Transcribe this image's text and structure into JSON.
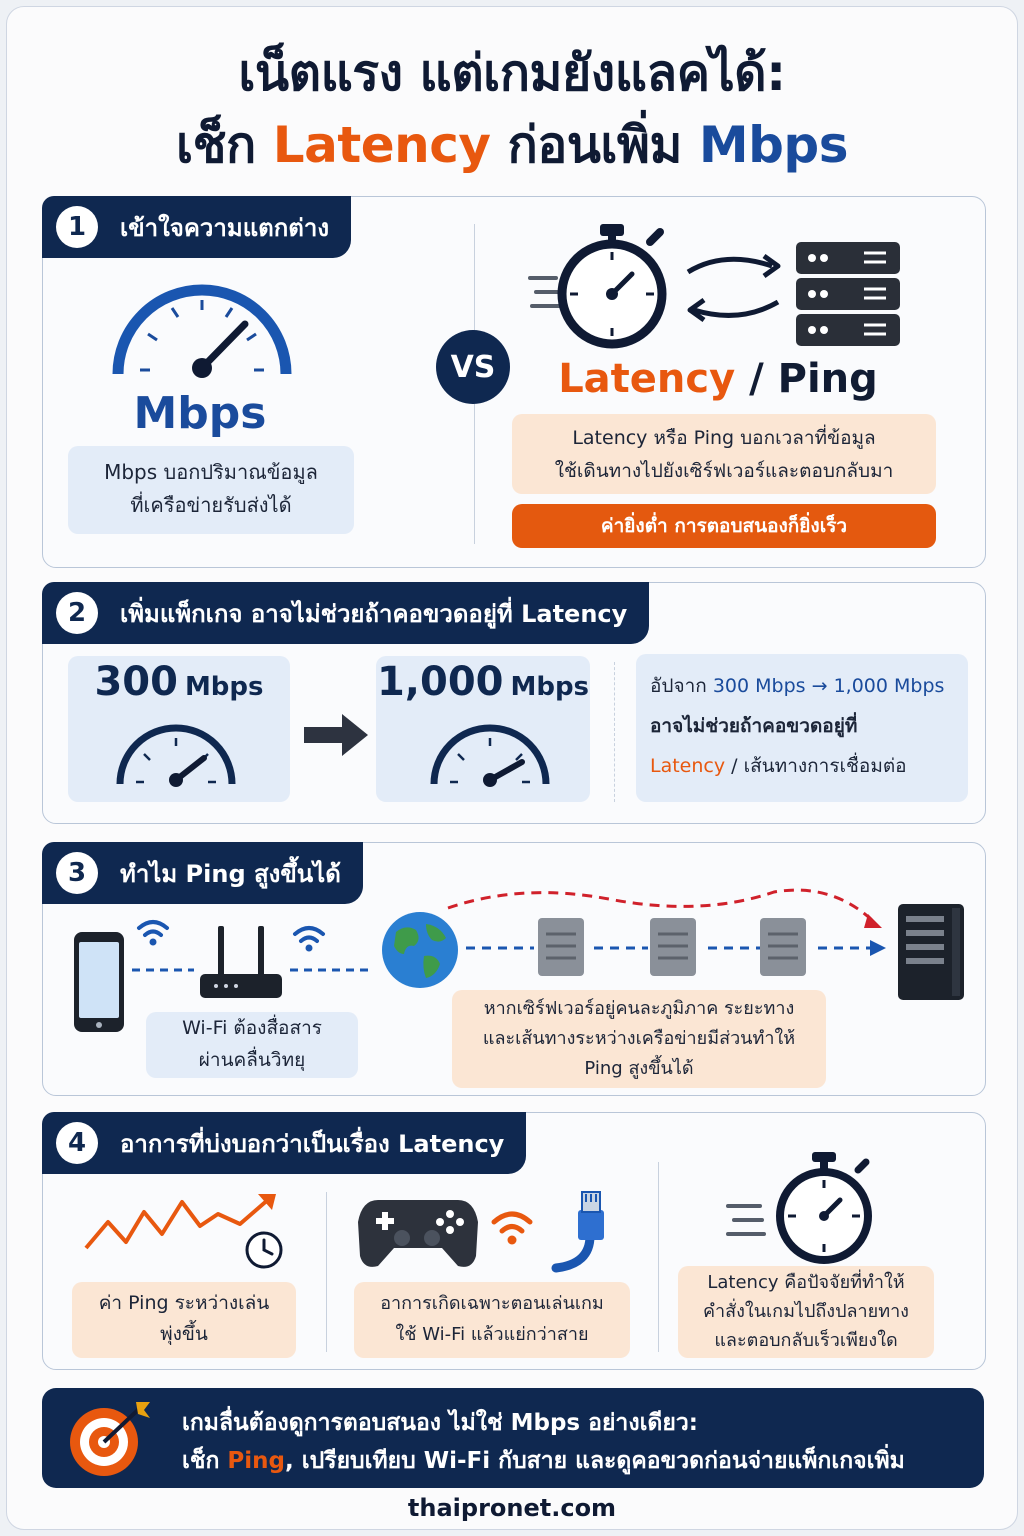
{
  "title": {
    "line1": "เน็ตแรง แต่เกมยังแลคได้:",
    "line2_prefix": "เช็ก",
    "line2_latency": "Latency",
    "line2_middle": "ก่อนเพิ่ม",
    "line2_mbps": "Mbps"
  },
  "section1": {
    "number": "1",
    "heading": "เข้าใจความแตกต่าง",
    "mbps_label": "Mbps",
    "mbps_desc_1": "Mbps บอกปริมาณข้อมูล",
    "mbps_desc_2": "ที่เครือข่ายรับส่งได้",
    "vs_label": "VS",
    "latency_label": "Latency",
    "slash": " / ",
    "ping_label": "Ping",
    "latency_desc_1": "Latency หรือ Ping บอกเวลาที่ข้อมูล",
    "latency_desc_2": "ใช้เดินทางไปยังเซิร์ฟเวอร์และตอบกลับมา",
    "latency_note": "ค่ายิ่งต่ำ การตอบสนองก็ยิ่งเร็ว"
  },
  "section2": {
    "number": "2",
    "heading": "เพิ่มแพ็กเกจ อาจไม่ช่วยถ้าคอขวดอยู่ที่ Latency",
    "speed1_value": "300",
    "speed1_unit": "Mbps",
    "speed2_value": "1,000",
    "speed2_unit": "Mbps",
    "note_prefix": "อัปจาก",
    "note_from": "300 Mbps",
    "note_arrow": "→",
    "note_to": "1,000 Mbps",
    "note_line2": "อาจไม่ช่วยถ้าคอขวดอยู่ที่",
    "note_latency": "Latency",
    "note_line3_rest": " / เส้นทางการเชื่อมต่อ"
  },
  "section3": {
    "number": "3",
    "heading": "ทำไม Ping สูงขึ้นได้",
    "wifi_desc_1": "Wi-Fi ต้องสื่อสาร",
    "wifi_desc_2": "ผ่านคลื่นวิทยุ",
    "route_desc_1": "หากเซิร์ฟเวอร์อยู่คนละภูมิภาค ระยะทาง",
    "route_desc_2": "และเส้นทางระหว่างเครือข่ายมีส่วนทำให้",
    "route_desc_3": "Ping สูงขึ้นได้"
  },
  "section4": {
    "number": "4",
    "heading": "อาการที่บ่งบอกว่าเป็นเรื่อง Latency",
    "symptom1_1": "ค่า Ping ระหว่างเล่น",
    "symptom1_2": "พุ่งขึ้น",
    "symptom2_1": "อาการเกิดเฉพาะตอนเล่นเกม",
    "symptom2_2": "ใช้ Wi-Fi แล้วแย่กว่าสาย",
    "symptom3_1": "Latency คือปัจจัยที่ทำให้",
    "symptom3_2": "คำสั่งในเกมไปถึงปลายทาง",
    "symptom3_3": "และตอบกลับเร็วเพียงใด"
  },
  "banner": {
    "line1": "เกมลื่นต้องดูการตอบสนอง ไม่ใช่ Mbps อย่างเดียว:",
    "line2_prefix": "เช็ก",
    "line2_ping": "Ping",
    "line2_rest": ", เปรียบเทียบ Wi-Fi กับสาย และดูคอขวดก่อนจ่ายแพ็กเกจเพิ่ม"
  },
  "footer": "thaipronet.com",
  "colors": {
    "navy": "#0f2850",
    "orange": "#e8580f",
    "blue": "#1a4b9c"
  }
}
